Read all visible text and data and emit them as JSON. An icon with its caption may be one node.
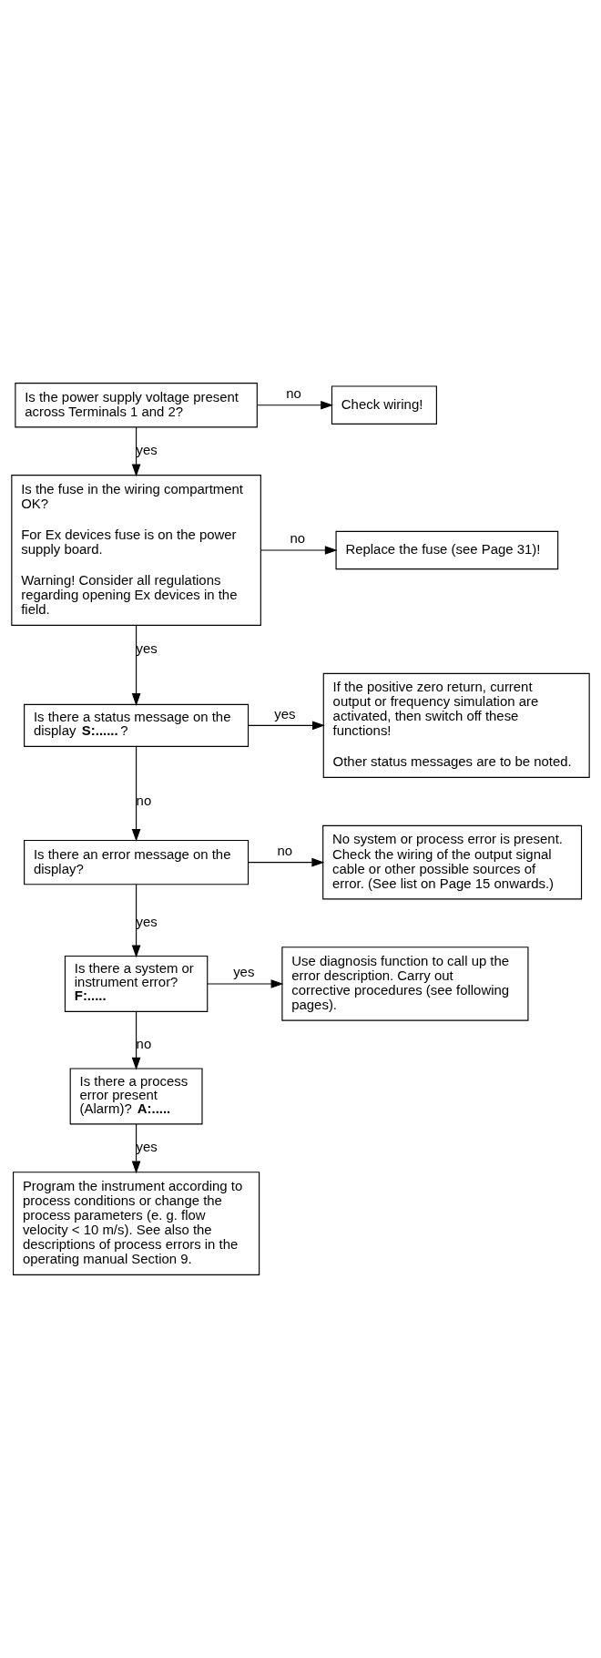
{
  "diagram": {
    "nodes": [
      {
        "text": [
          "Is the power supply voltage present across Terminals 1 and 2?"
        ]
      },
      {
        "text": [
          "Check wiring!"
        ]
      },
      {
        "text": [
          "Is the fuse in the wiring compartment OK?",
          "For Ex devices fuse is on the power supply board.",
          "Warning! Consider all regulations regarding opening Ex devices in the field."
        ]
      },
      {
        "text": [
          "Replace the fuse (see Page 31)!"
        ]
      },
      {
        "text": [
          "Is there a status message on the display **S:......** ?"
        ]
      },
      {
        "text": [
          "If the positive zero return, current output or frequency simulation are activated, then switch off these functions!",
          "Other status messages are to be noted."
        ]
      },
      {
        "text": [
          "Is there an error message on the display?"
        ]
      },
      {
        "text": [
          "No system or process error is present. Check the wiring of the output signal cable or other possible sources of error. (See list on Page 15 onwards.)"
        ]
      },
      {
        "text": [
          "Is there a system or instrument error? **F:.....**"
        ]
      },
      {
        "text": [
          "Use diagnosis function to call up the error description. Carry out corrective procedures (see following pages)."
        ]
      },
      {
        "text": [
          "Is there a process error present (Alarm)? **A:.....**"
        ]
      },
      {
        "text": [
          "Program the instrument according to process conditions or change the process parameters (e. g. flow velocity < 10 m/s). See also the descriptions of process errors in the operating manual Section 9."
        ]
      }
    ],
    "edges": [
      {
        "from": 0,
        "to": 2,
        "arrow": "to",
        "label": "yes"
      },
      {
        "from": 0,
        "to": 1,
        "arrow": "to",
        "label": "no"
      },
      {
        "from": 2,
        "to": 4,
        "arrow": "to",
        "label": "yes"
      },
      {
        "from": 2,
        "to": 3,
        "arrow": "to",
        "label": "no"
      },
      {
        "from": 4,
        "to": 5,
        "arrow": "to",
        "label": "yes"
      },
      {
        "from": 4,
        "to": 6,
        "arrow": "to",
        "label": "no"
      },
      {
        "from": 6,
        "to": 8,
        "arrow": "to",
        "label": "yes"
      },
      {
        "from": 6,
        "to": 7,
        "arrow": "to",
        "label": "no"
      },
      {
        "from": 8,
        "to": 10,
        "arrow": "to",
        "label": "no"
      },
      {
        "from": 8,
        "to": 9,
        "arrow": "to",
        "label": "yes"
      },
      {
        "from": 10,
        "to": 11,
        "arrow": "to",
        "label": "yes"
      }
    ]
  }
}
